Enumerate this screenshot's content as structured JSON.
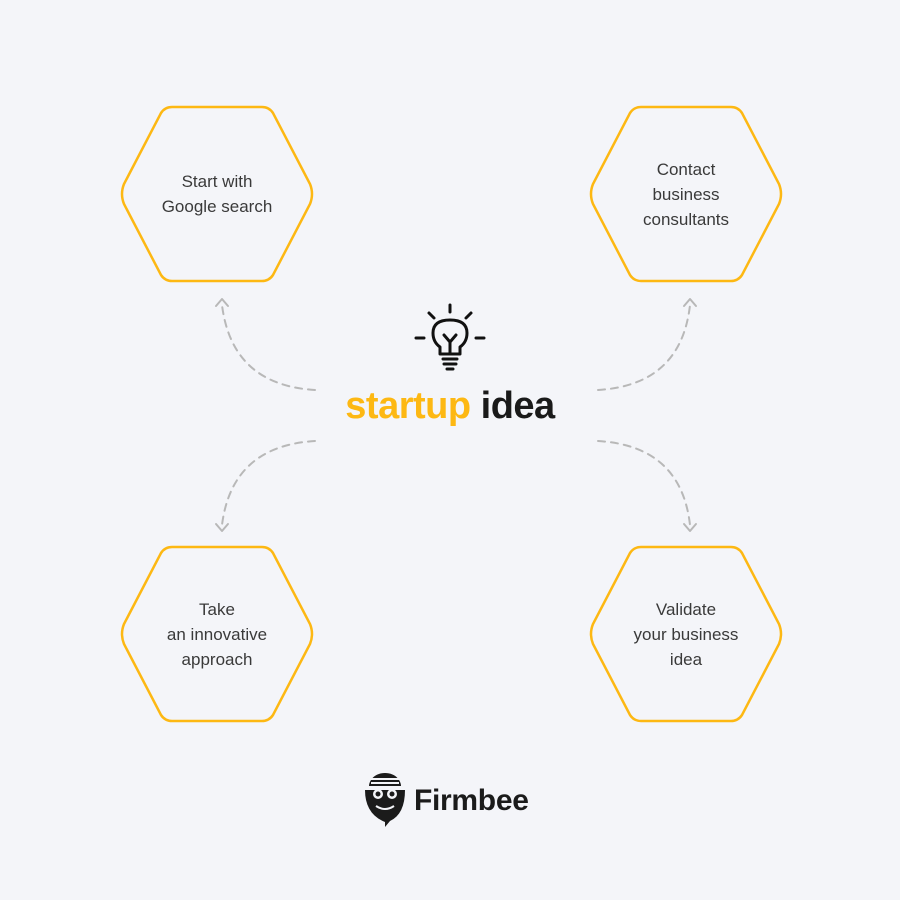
{
  "title": {
    "accent": "startup",
    "main": "idea"
  },
  "steps": [
    {
      "id": "step-1",
      "text": "Start with\nGoogle search"
    },
    {
      "id": "step-2",
      "text": "Contact\nbusiness\nconsultants"
    },
    {
      "id": "step-3",
      "text": "Take\nan innovative\napproach"
    },
    {
      "id": "step-4",
      "text": "Validate\nyour business\nidea"
    }
  ],
  "brand": {
    "name": "Firmbee",
    "logo_icon": "bee-mascot-icon"
  },
  "center_icon": "lightbulb-icon",
  "colors": {
    "accent": "#fdb813",
    "text": "#3a3a3a",
    "dark": "#1a1a1a",
    "arrow": "#b8b8b8",
    "background": "#f4f5f9"
  }
}
